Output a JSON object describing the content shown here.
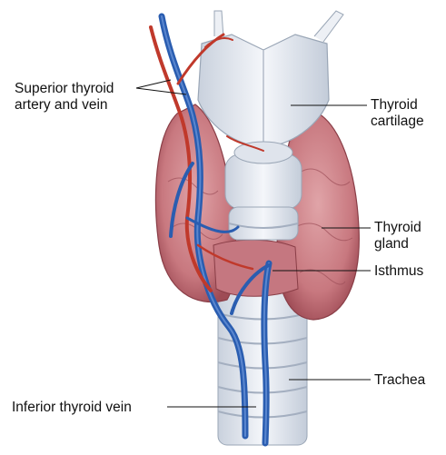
{
  "labels": {
    "superior": "Superior thyroid\nartery and vein",
    "cartilage": "Thyroid\ncartilage",
    "gland": "Thyroid\ngland",
    "isthmus": "Isthmus",
    "trachea": "Trachea",
    "inferior": "Inferior thyroid vein"
  },
  "colors": {
    "cartilage": "#e9edf3",
    "cartilage_shade": "#c8d0dc",
    "gland": "#c97f86",
    "gland_shade": "#a9575f",
    "vein": "#2a5db0",
    "artery": "#c0392b",
    "leader": "#111111"
  }
}
